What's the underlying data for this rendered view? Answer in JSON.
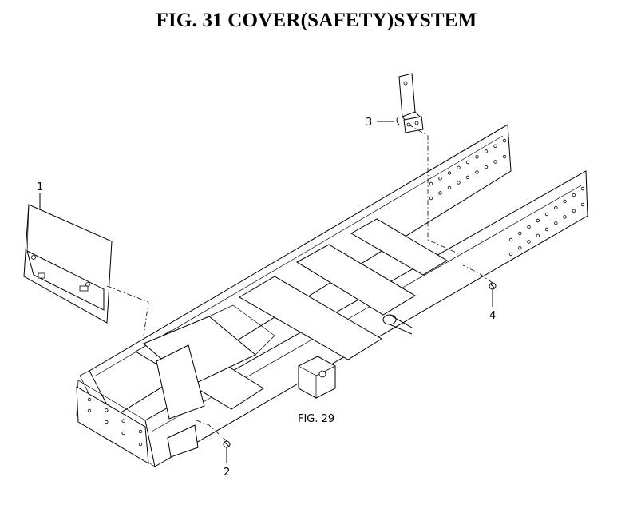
{
  "title": "FIG. 31  COVER(SAFETY)SYSTEM",
  "callouts": {
    "part_1": "1",
    "part_2": "2",
    "part_3": "3",
    "part_4": "4",
    "ref_fig": "FIG. 29"
  }
}
